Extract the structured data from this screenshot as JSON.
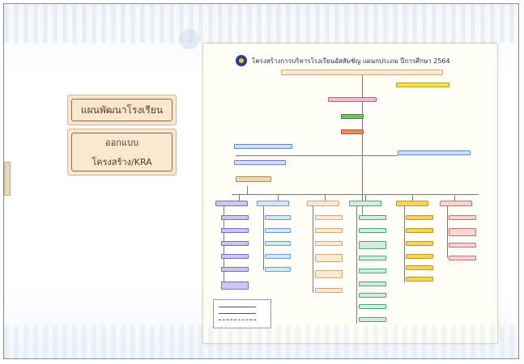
{
  "left_cards": {
    "plan_label": "แผนพัฒนาโรงเรียน",
    "design_line1": "ออกแบบ",
    "design_line2": "โครงสร้าง/KRA"
  },
  "org_chart": {
    "title": "โครงสร้างการบริหารโรงเรียนอัสสัมชัญ แผนกประถม ปีการศึกษา 2564",
    "colors": {
      "peach": "#fde8d0",
      "yellow": "#f6e04b",
      "pink": "#f5b9d4",
      "green": "#7bbf6a",
      "orange": "#ef8a5a",
      "blue": "#cfe0f7",
      "lavender": "#cdc6f2",
      "sky": "#d4e7f8",
      "mint": "#cfeedd",
      "gold": "#f7d35a",
      "rose": "#f6d5d3"
    }
  }
}
